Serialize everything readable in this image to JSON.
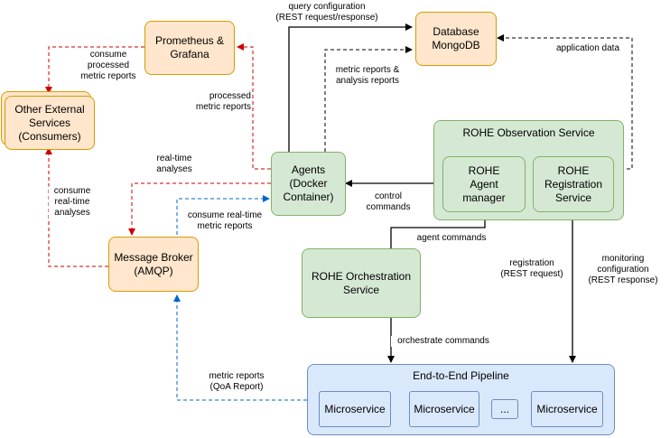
{
  "nodes": {
    "prometheus": [
      "Prometheus &",
      "Grafana"
    ],
    "database": [
      "Database",
      "MongoDB"
    ],
    "consumers": [
      "Other External",
      "Services",
      "(Consumers)"
    ],
    "agents": [
      "Agents",
      "(Docker",
      "Container)"
    ],
    "observation_title": "ROHE Observation Service",
    "agent_manager": [
      "ROHE",
      "Agent",
      "manager"
    ],
    "registration_service": [
      "ROHE",
      "Registration",
      "Service"
    ],
    "broker": [
      "Message Broker",
      "(AMQP)"
    ],
    "orchestration": [
      "ROHE Orchestration",
      "Service"
    ],
    "pipeline_title": "End-to-End Pipeline",
    "microservice_1": "Microservice",
    "microservice_2": "Microservice",
    "ellipsis": "...",
    "microservice_3": "Microservice"
  },
  "edge_labels": {
    "query_config": [
      "query configuration",
      "(REST request/response)"
    ],
    "application_data": [
      "application data"
    ],
    "consume_processed": [
      "consume",
      "processed",
      "metric reports"
    ],
    "processed_metric": [
      "processed",
      "metric reports"
    ],
    "metric_analysis": [
      "metric reports &",
      "analysis reports"
    ],
    "realtime_analyses": [
      "real-time",
      "analyses"
    ],
    "consume_realtime_left": [
      "consume",
      "real-time",
      "analyses"
    ],
    "consume_realtime_metric": [
      "consume real-time",
      "metric reports"
    ],
    "control_commands": [
      "control",
      "commands"
    ],
    "agent_commands": [
      "agent commands"
    ],
    "registration": [
      "registration",
      "(REST request)"
    ],
    "monitoring": [
      "monitoring",
      "configuration",
      "(REST response)"
    ],
    "orchestrate": [
      "orchestrate commands"
    ],
    "qoa": [
      "metric reports",
      "(QoA Report)"
    ]
  },
  "colors": {
    "orange_fill": "#ffe6cc",
    "orange_stroke": "#d79b00",
    "green_fill": "#d5e8d4",
    "green_stroke": "#82b366",
    "blue_fill": "#dae8fc",
    "blue_stroke": "#6c8ebf",
    "red_dashed": "#cc0000",
    "blue_dashed": "#0066cc",
    "black": "#000000"
  }
}
